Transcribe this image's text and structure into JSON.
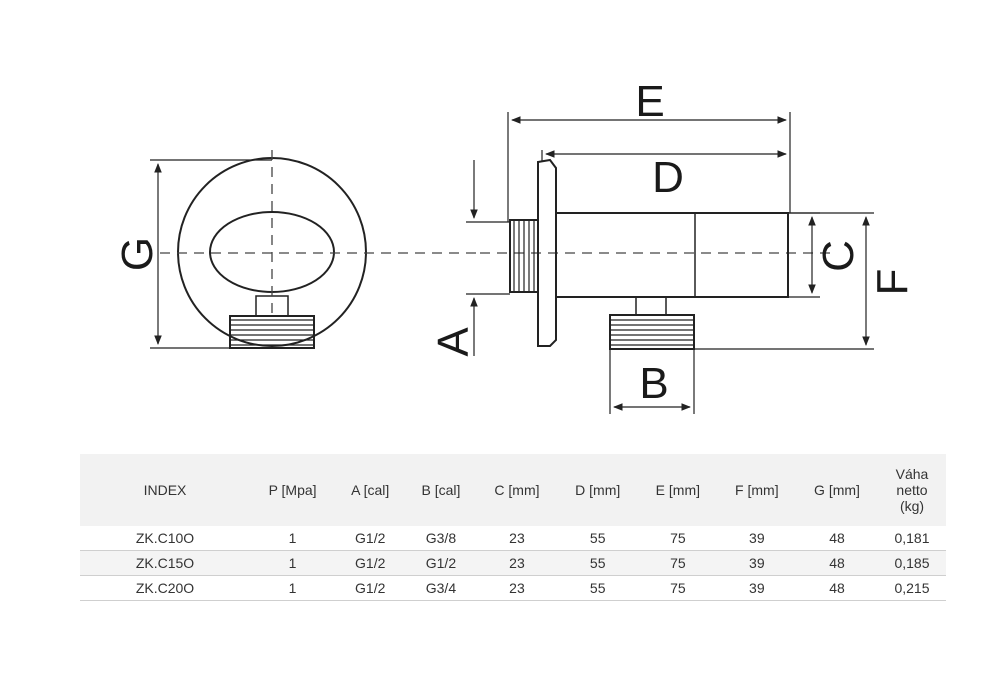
{
  "drawing": {
    "dimension_labels": {
      "e": "E",
      "d": "D",
      "g": "G",
      "c": "C",
      "f": "F",
      "a": "A",
      "b": "B"
    }
  },
  "table": {
    "headers": [
      "INDEX",
      "P [Mpa]",
      "A [cal]",
      "B [cal]",
      "C [mm]",
      "D [mm]",
      "E [mm]",
      "F [mm]",
      "G [mm]"
    ],
    "weight_header": [
      "Váha",
      "netto",
      "(kg)"
    ],
    "rows": [
      [
        "ZK.C10O",
        "1",
        "G1/2",
        "G3/8",
        "23",
        "55",
        "75",
        "39",
        "48",
        "0,181"
      ],
      [
        "ZK.C15O",
        "1",
        "G1/2",
        "G1/2",
        "23",
        "55",
        "75",
        "39",
        "48",
        "0,185"
      ],
      [
        "ZK.C20O",
        "1",
        "G1/2",
        "G3/4",
        "23",
        "55",
        "75",
        "39",
        "48",
        "0,215"
      ]
    ]
  }
}
